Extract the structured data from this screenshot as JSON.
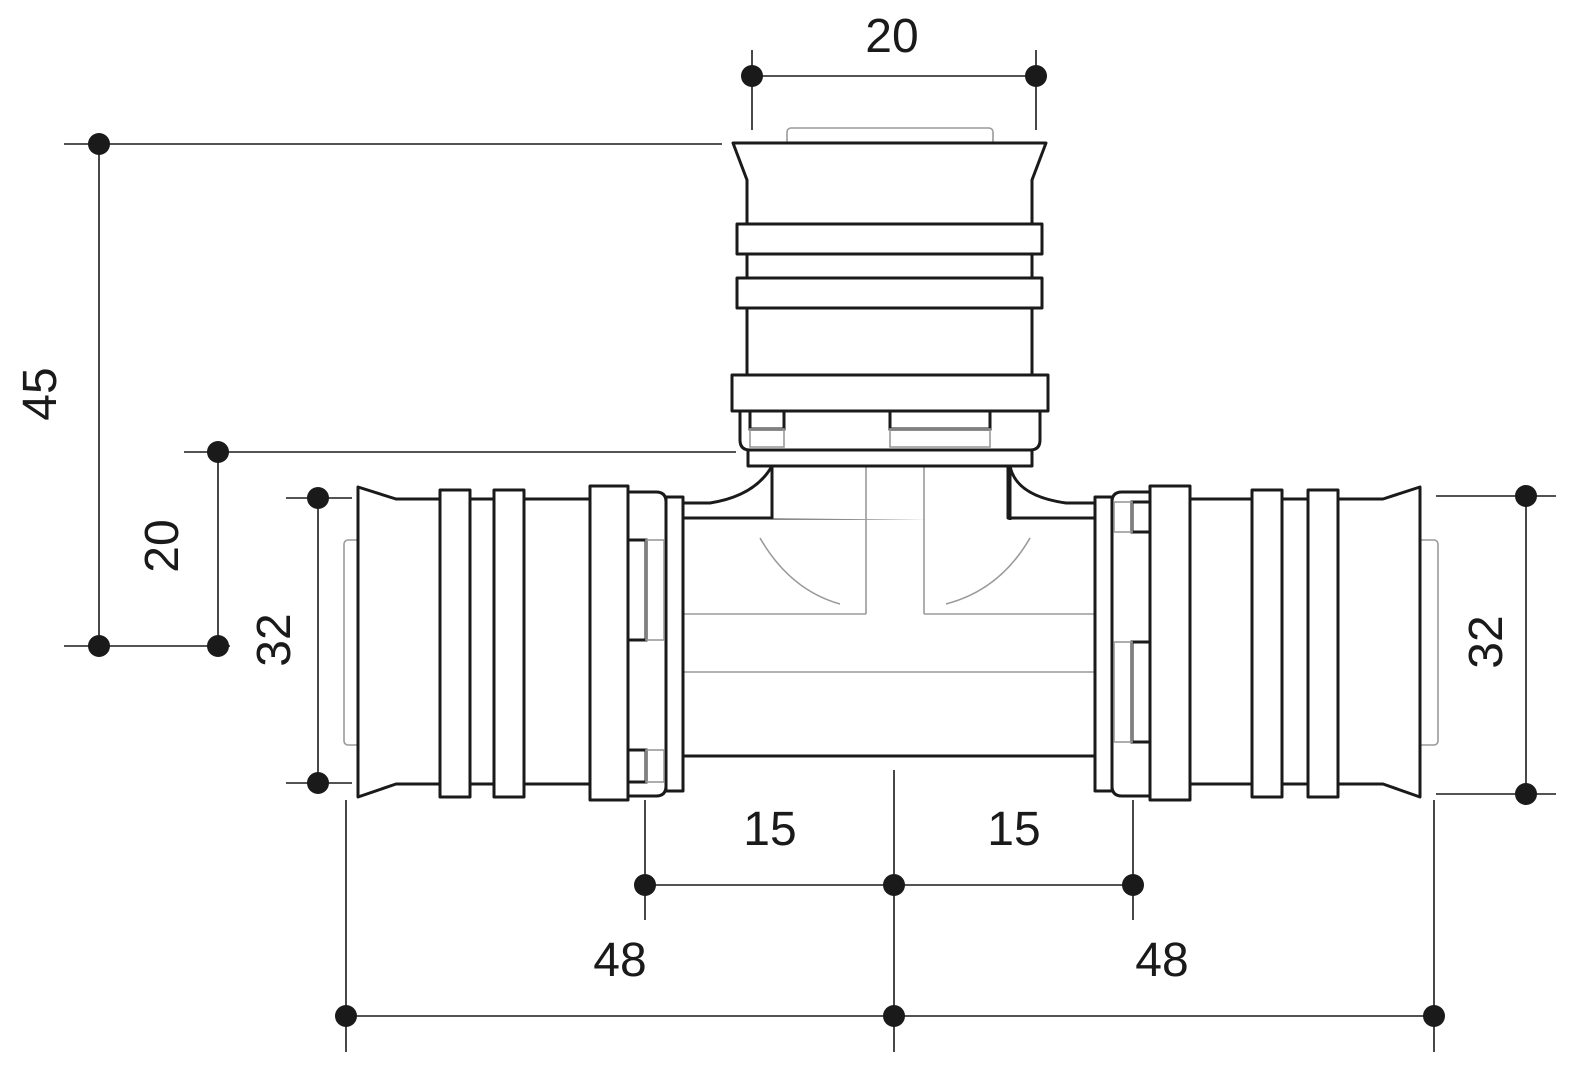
{
  "dimensions": {
    "top_width": "20",
    "total_height": "45",
    "branch_offset": "20",
    "left_diameter": "32",
    "right_diameter": "32",
    "left_center": "15",
    "right_center": "15",
    "left_length": "48",
    "right_length": "48"
  }
}
